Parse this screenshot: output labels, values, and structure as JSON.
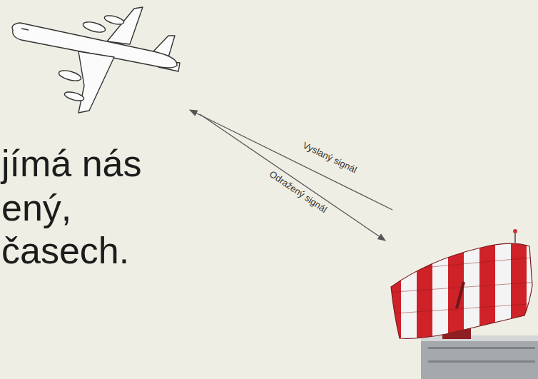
{
  "diagram": {
    "labels": [
      "jímá nás",
      "ený,",
      "časech.",
      "Vyslaný signál",
      "Odražený signál"
    ]
  }
}
